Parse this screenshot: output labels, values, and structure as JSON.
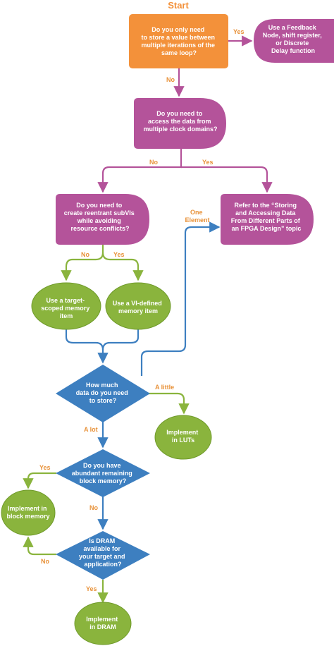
{
  "title": "Start",
  "colors": {
    "orange": "#f3913a",
    "magenta": "#b4539a",
    "green": "#8ab43d",
    "green_stroke": "#6f9a2a",
    "blue": "#3d7fc0",
    "label": "#e8923a",
    "white": "#ffffff"
  },
  "nodes": {
    "q_store_loop": [
      "Do you only need",
      "to store a value between",
      "multiple iterations of the",
      "same loop?"
    ],
    "feedback": [
      "Use a Feedback",
      "Node, shift register,",
      "or Discrete",
      "Delay function"
    ],
    "q_clock_domains": [
      "Do you need to",
      "access the data from",
      "multiple clock domains?"
    ],
    "q_reentrant": [
      "Do you need to",
      "create reentrant subVIs",
      "while avoiding",
      "resource conflicts?"
    ],
    "refer": [
      "Refer to the “Storing",
      "and Accessing Data",
      "From Different Parts of",
      "an FPGA Design” topic"
    ],
    "target_scoped": [
      "Use a target-",
      "scoped memory",
      "item"
    ],
    "vi_defined": [
      "Use a VI-defined",
      "memory item"
    ],
    "q_how_much": [
      "How much",
      "data do you need",
      "to store?"
    ],
    "luts": [
      "Implement",
      "in LUTs"
    ],
    "q_block_memory": [
      "Do you have",
      "abundant remaining",
      "block memory?"
    ],
    "block_memory": [
      "Implement in",
      "block memory"
    ],
    "q_dram": [
      "Is DRAM",
      "available for",
      "your target and",
      "application?"
    ],
    "dram": [
      "Implement",
      "in DRAM"
    ]
  },
  "edge_labels": {
    "store_yes": "Yes",
    "store_no": "No",
    "clock_no": "No",
    "clock_yes": "Yes",
    "reentrant_no": "No",
    "reentrant_yes": "Yes",
    "one_element": [
      "One",
      "Element"
    ],
    "a_little": "A little",
    "a_lot": "A lot",
    "block_yes": "Yes",
    "block_no": "No",
    "dram_no": "No",
    "dram_yes": "Yes"
  }
}
